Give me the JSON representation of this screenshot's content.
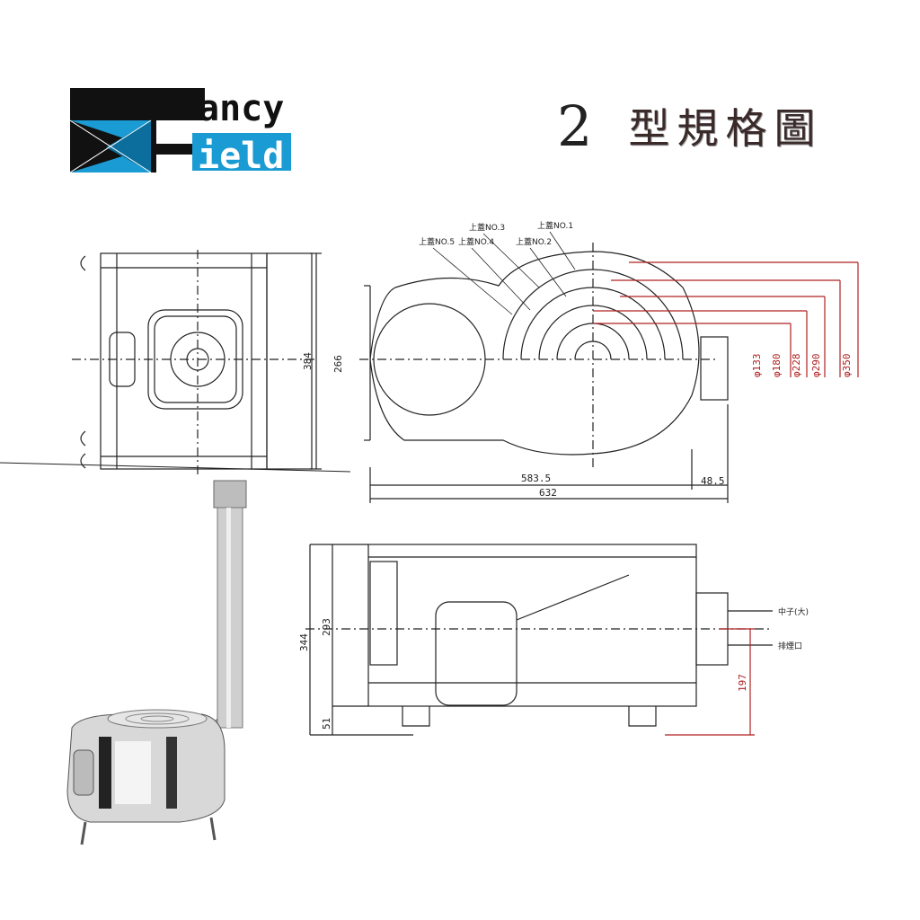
{
  "logo": {
    "line1": "ancy",
    "line2": "ield"
  },
  "title": {
    "number": "2",
    "text": "型規格圖"
  },
  "top_view": {
    "height_dim": "384"
  },
  "front_view": {
    "height_dim": "266",
    "widths": [
      "583.5",
      "632",
      "48.5"
    ],
    "ring_labels": [
      "上蓋NO.1",
      "上蓋NO.2",
      "上蓋NO.3",
      "上蓋NO.4",
      "上蓋NO.5"
    ],
    "diameters": [
      "φ133",
      "φ180",
      "φ228",
      "φ290",
      "φ350"
    ]
  },
  "side_view": {
    "dims": [
      "344",
      "293",
      "51",
      "197"
    ],
    "callouts": [
      "中子(大)",
      "排煙口"
    ]
  }
}
